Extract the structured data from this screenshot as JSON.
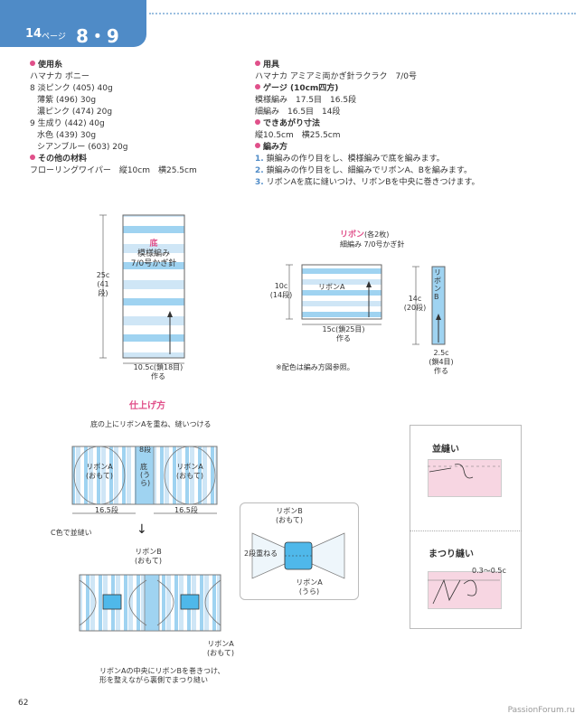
{
  "header": {
    "page_num": "14",
    "page_label": "ページ",
    "pattern_nums": "8・9"
  },
  "materials": {
    "title": "使用糸",
    "brand": "ハマナカ ボニー",
    "set8": [
      {
        "label": "8",
        "text": "淡ピンク (405) 40g"
      },
      {
        "label": "",
        "text": "薄紫 (496) 30g"
      },
      {
        "label": "",
        "text": "濃ピンク (474) 20g"
      }
    ],
    "set9": [
      {
        "label": "9",
        "text": "生成り (442) 40g"
      },
      {
        "label": "",
        "text": "水色 (439) 30g"
      },
      {
        "label": "",
        "text": "シアンブルー (603) 20g"
      }
    ],
    "other_title": "その他の材料",
    "other_text": "フローリングワイパー　縦10cm　横25.5cm"
  },
  "tools": {
    "title": "用具",
    "text": "ハマナカ アミアミ両かぎ針ラクラク　7/0号"
  },
  "gauge": {
    "title": "ゲージ (10cm四方)",
    "line1": "模様編み　17.5目　16.5段",
    "line2": "細編み　16.5目　14段"
  },
  "size": {
    "title": "できあがり寸法",
    "text": "縦10.5cm　横25.5cm"
  },
  "method": {
    "title": "編み方",
    "steps": [
      {
        "n": "1.",
        "text": "鎖編みの作り目をし、模様編みで底を編みます。"
      },
      {
        "n": "2.",
        "text": "鎖編みの作り目をし、細編みでリボンA、Bを編みます。"
      },
      {
        "n": "3.",
        "text": "リボンAを底に縫いつけ、リボンBを中央に巻きつけます。"
      }
    ]
  },
  "base_diagram": {
    "title": "底",
    "sub1": "模様編み",
    "sub2": "7/0号かぎ針",
    "height1": "25c",
    "height2": "(41段)",
    "width1": "10.5c(鎖18目)",
    "width2": "作る"
  },
  "ribbon_diagram": {
    "title": "リボン",
    "count": "(各2枚)",
    "sub": "細編み 7/0号かぎ針",
    "a_label": "リボンA",
    "a_h1": "10c",
    "a_h2": "(14段)",
    "a_w1": "15c(鎖25目)",
    "a_w2": "作る",
    "b_label": "リボンB",
    "b_h1": "14c",
    "b_h2": "(20段)",
    "b_w1": "2.5c",
    "b_w2": "(鎖4目)",
    "b_w3": "作る",
    "note": "※配色は編み方図参照。"
  },
  "finish": {
    "title": "仕上げ方",
    "caption1": "底の上にリボンAを重ね、縫いつける",
    "ribbon_a_left1": "リボンA",
    "ribbon_a_left2": "(おもて)",
    "ribbon_a_right1": "リボンA",
    "ribbon_a_right2": "(おもて)",
    "base_back": "底(うら)",
    "rows8": "8段",
    "rows165_left": "16.5段",
    "rows165_right": "16.5段",
    "running_c": "C色で並縫い",
    "ribbon_b1": "リボンB",
    "ribbon_b2": "(おもて)",
    "ribbon_a_bottom1": "リボンA",
    "ribbon_a_bottom2": "(おもて)",
    "caption2a": "リボンAの中央にリボンBを巻きつけ、",
    "caption2b": "形を整えながら裏側でまつり縫い",
    "detail_b1": "リボンB",
    "detail_b2": "(おもて)",
    "detail_overlap": "2段重ねる",
    "detail_a1": "リボンA",
    "detail_a2": "(うら)"
  },
  "stitches": {
    "running": "並縫い",
    "blind": "まつり縫い",
    "blind_size": "0.3〜0.5c"
  },
  "footer": {
    "page": "62",
    "watermark": "PassionForum.ru"
  }
}
